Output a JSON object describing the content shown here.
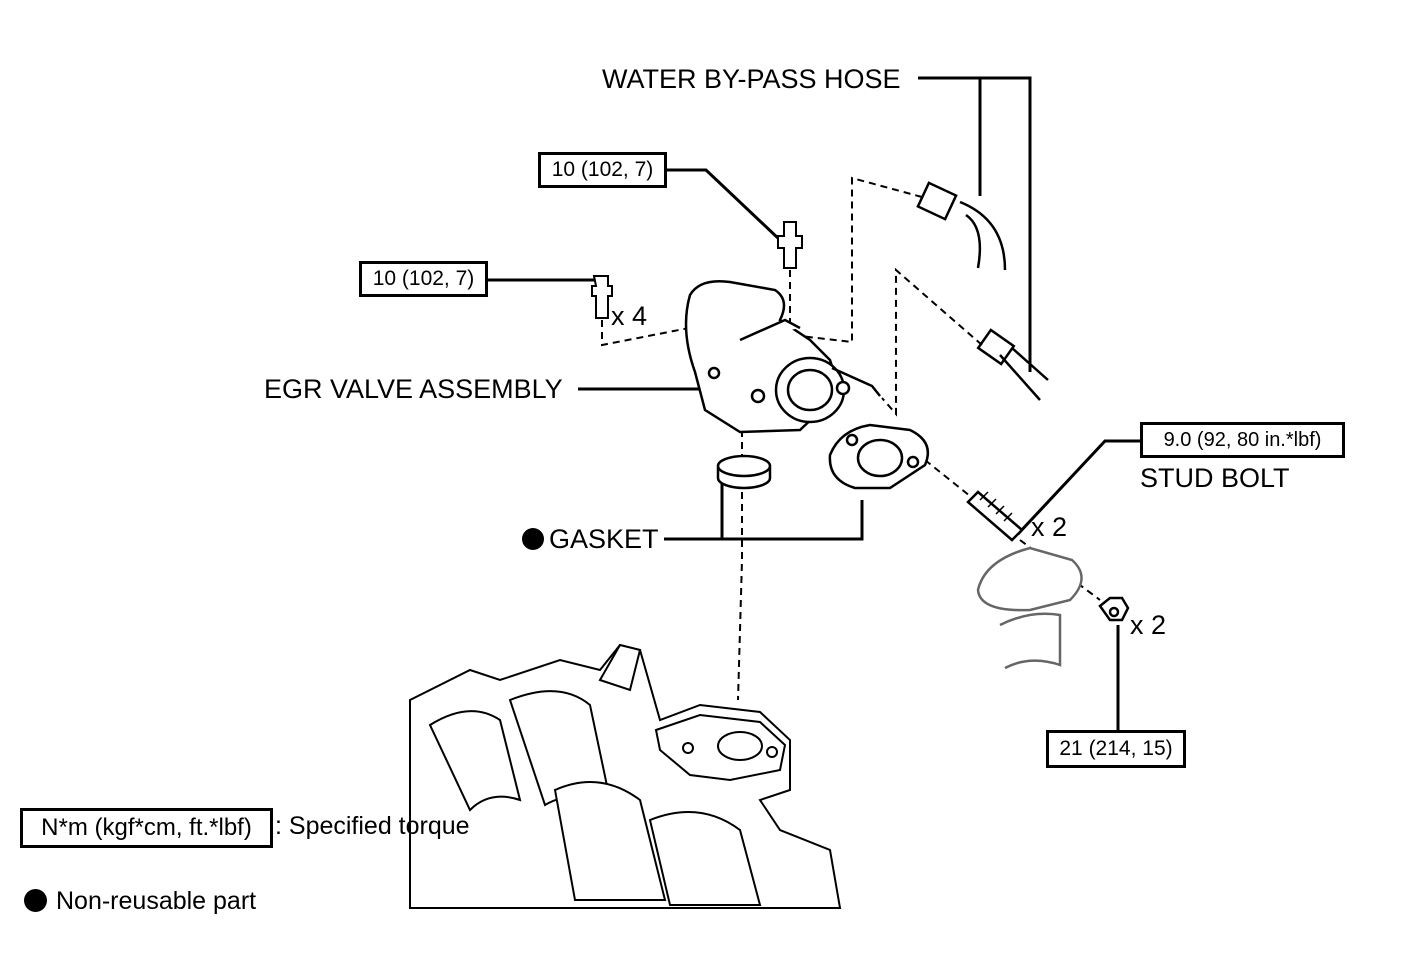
{
  "labels": {
    "water_bypass_hose": "WATER BY-PASS HOSE",
    "egr_valve_assembly": "EGR VALVE ASSEMBLY",
    "gasket": "GASKET",
    "stud_bolt": "STUD BOLT",
    "qty_bolts": "x 4",
    "qty_studs": "x 2",
    "qty_nuts": "x 2"
  },
  "torque": {
    "top_bolt": "10 (102, 7)",
    "left_bolts": "10 (102, 7)",
    "stud_bolt": "9.0 (92, 80 in.*lbf)",
    "nut": "21 (214, 15)"
  },
  "legend": {
    "torque_unit": "N*m (kgf*cm, ft.*lbf)",
    "torque_desc": ": Specified torque",
    "non_reusable": "Non-reusable part"
  },
  "colors": {
    "line": "#000000",
    "background": "#ffffff"
  },
  "icons": {
    "non_reusable_marker": "filled-circle-icon"
  }
}
